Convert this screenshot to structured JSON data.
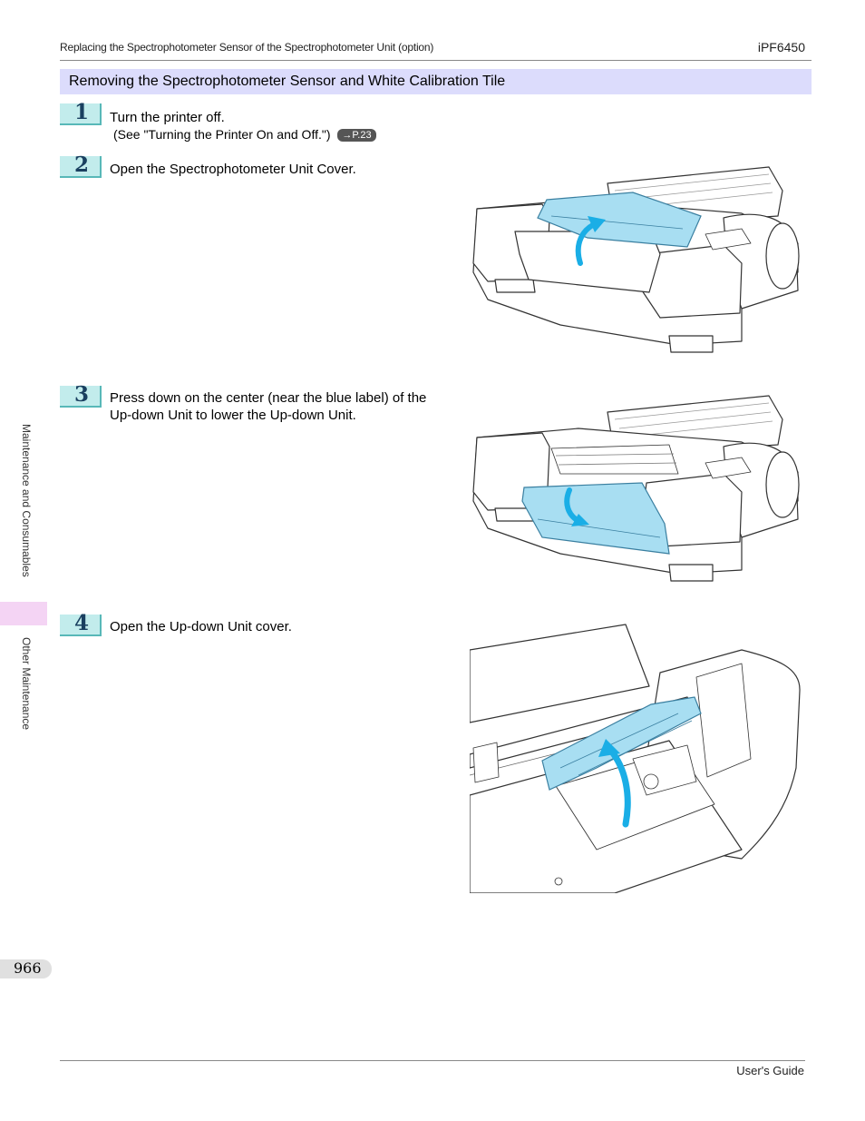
{
  "header": {
    "breadcrumb": "Replacing the Spectrophotometer Sensor of the Spectrophotometer Unit (option)",
    "model": "iPF6450"
  },
  "section": {
    "title": "Removing the Spectrophotometer Sensor and White Calibration Tile"
  },
  "steps": [
    {
      "number": "1",
      "text": "Turn the printer off.",
      "sub": "(See \"Turning the Printer On and Off.\")",
      "ref": "→P.23"
    },
    {
      "number": "2",
      "text": "Open the Spectrophotometer Unit Cover."
    },
    {
      "number": "3",
      "text_line1": "Press down on the center (near the blue label) of the",
      "text_line2": "Up-down Unit to lower the Up-down Unit."
    },
    {
      "number": "4",
      "text": "Open the Up-down Unit cover."
    }
  ],
  "side_tab": {
    "chapter": "Maintenance and Consumables",
    "section": "Other Maintenance"
  },
  "page_number": "966",
  "footer": {
    "guide": "User's Guide"
  },
  "colors": {
    "section_bar": "#dcdcfc",
    "step_badge": "#c2ecec",
    "highlight_blue": "#a8def2",
    "arrow_blue": "#1aaee6"
  }
}
